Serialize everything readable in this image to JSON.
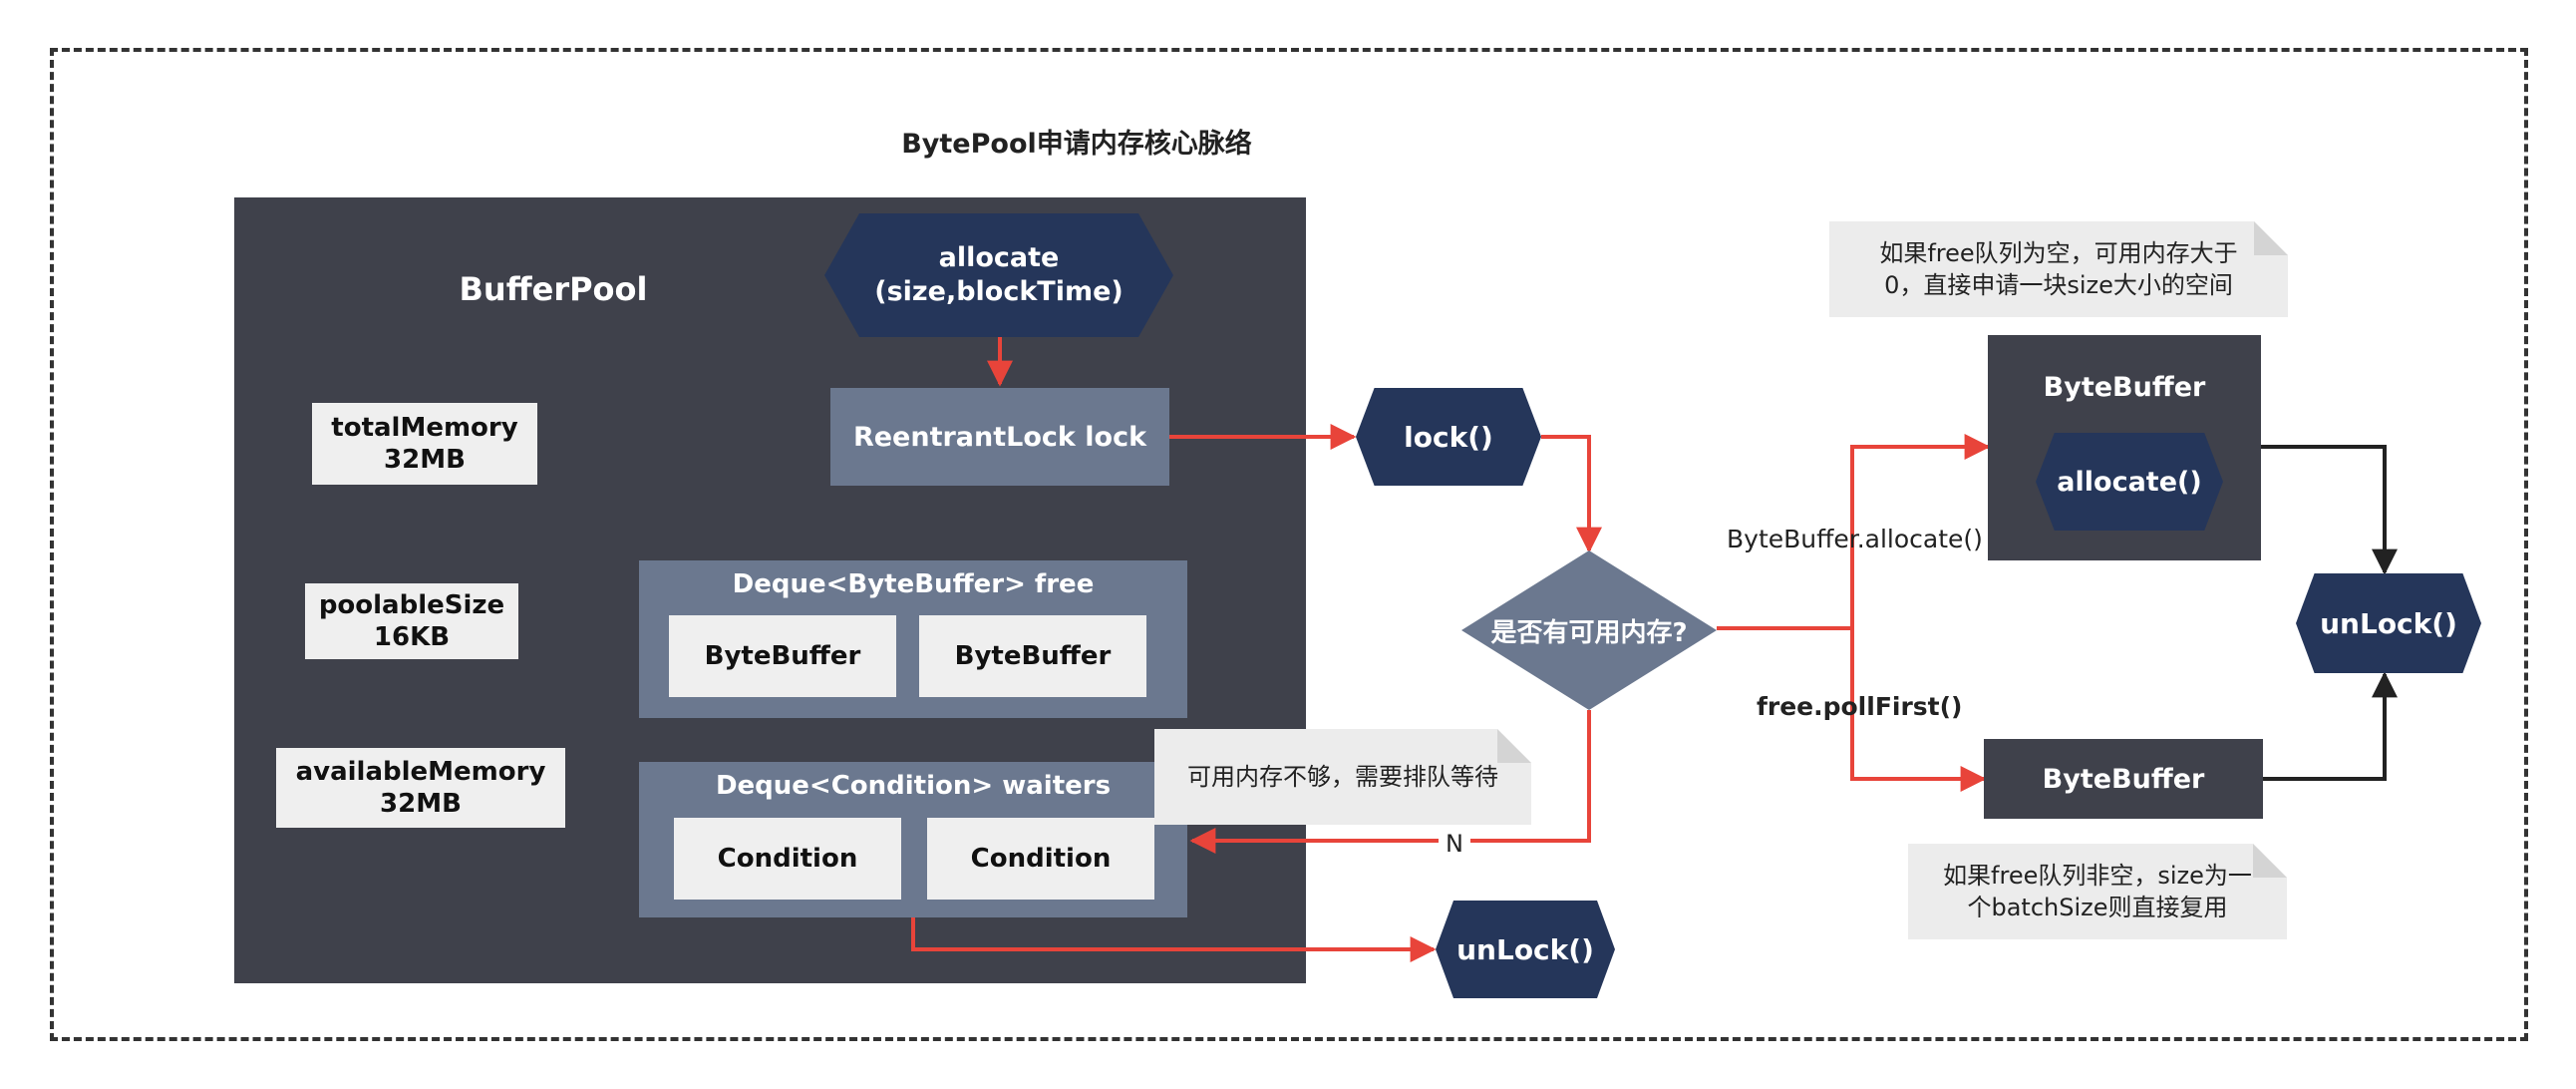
{
  "title": "BytePool申请内存核心脉络",
  "buffer_pool": {
    "title": "BufferPool",
    "total_memory": "totalMemory\n32MB",
    "poolable_size": "poolableSize\n16KB",
    "available_memory": "availableMemory\n32MB",
    "allocate": "allocate\n(size,blockTime)",
    "reentrant_lock": "ReentrantLock lock",
    "free_deque": {
      "title": "Deque<ByteBuffer> free",
      "items": [
        "ByteBuffer",
        "ByteBuffer"
      ]
    },
    "waiters_deque": {
      "title": "Deque<Condition> waiters",
      "items": [
        "Condition",
        "Condition"
      ]
    }
  },
  "flow": {
    "lock": "lock()",
    "decision": "是否有可用内存?",
    "no_label": "N",
    "unlock_bottom": "unLock()",
    "allocate_edge": "ByteBuffer.allocate()",
    "poll_edge": "free.pollFirst()",
    "bytebuffer_new": {
      "title": "ByteBuffer",
      "inner": "allocate()"
    },
    "bytebuffer_reuse": "ByteBuffer",
    "unlock_right": "unLock()"
  },
  "notes": {
    "wait": "可用内存不够，需要排队等待",
    "allocate_new": "如果free队列为空，可用内存大于\n0，直接申请一块size大小的空间",
    "reuse": "如果free队列非空，size为一\n个batchSize则直接复用"
  },
  "colors": {
    "dark_panel": "#3f414b",
    "slate": "#6b788f",
    "navy": "#25365a",
    "light_box": "#efefef",
    "red_arrow": "#e8443a",
    "dark_arrow": "#222222"
  }
}
